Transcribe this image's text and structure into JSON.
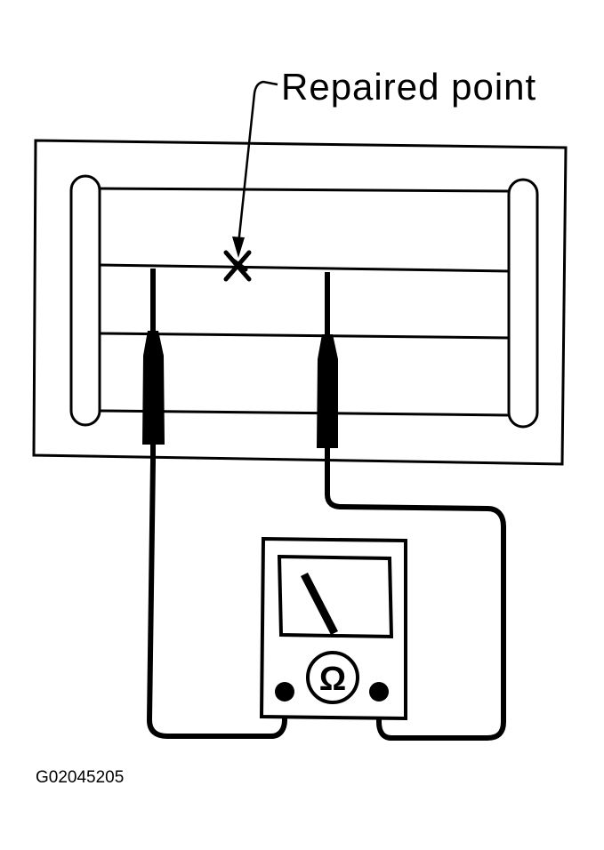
{
  "callout": {
    "label": "Repaired point"
  },
  "meter": {
    "symbol": "Ω",
    "icon": "ohmmeter-icon"
  },
  "figure": {
    "id": "G02045205"
  },
  "colors": {
    "ink": "#000000",
    "paper": "#ffffff"
  }
}
